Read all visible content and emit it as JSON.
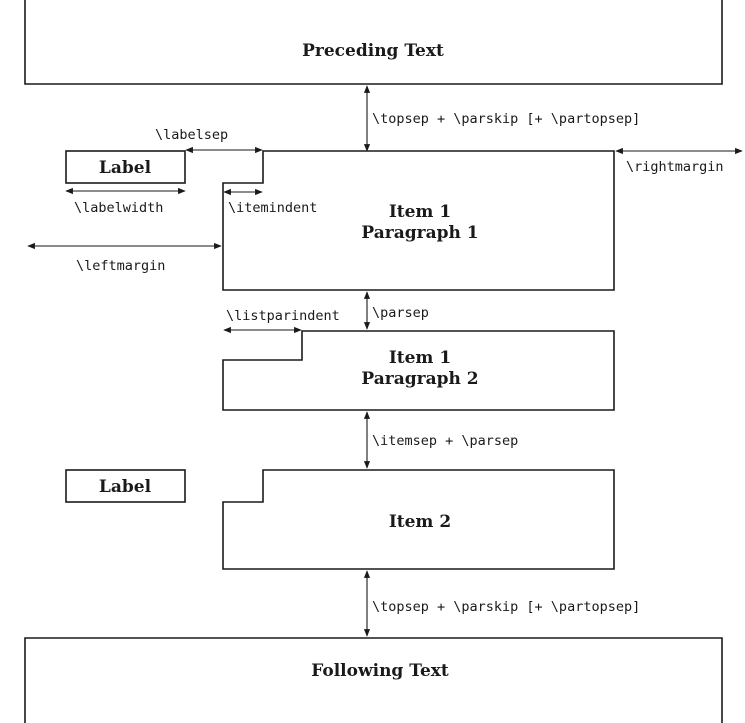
{
  "boxes": {
    "preceding": "Preceding Text",
    "label1": "Label",
    "item1_line1": "Item 1",
    "item1_line2": "Paragraph 1",
    "para2_line1": "Item 1",
    "para2_line2": "Paragraph 2",
    "label2": "Label",
    "item2": "Item 2",
    "following": "Following Text"
  },
  "dimensions": {
    "topsep_top": "\\topsep + \\parskip [+ \\partopsep]",
    "labelsep": "\\labelsep",
    "rightmargin": "\\rightmargin",
    "labelwidth": "\\labelwidth",
    "itemindent": "\\itemindent",
    "leftmargin": "\\leftmargin",
    "listparindent": "\\listparindent",
    "parsep": "\\parsep",
    "itemsep": "\\itemsep + \\parsep",
    "topsep_bottom": "\\topsep + \\parskip [+ \\partopsep]"
  }
}
